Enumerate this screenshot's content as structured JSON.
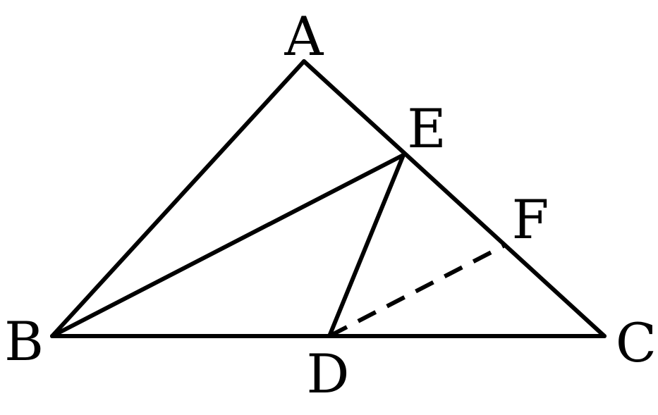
{
  "figure": {
    "points": [
      {
        "id": "A",
        "label": "A"
      },
      {
        "id": "B",
        "label": "B"
      },
      {
        "id": "C",
        "label": "C"
      },
      {
        "id": "D",
        "label": "D"
      },
      {
        "id": "E",
        "label": "E"
      },
      {
        "id": "F",
        "label": "F"
      }
    ],
    "segments": [
      {
        "from": "A",
        "to": "B",
        "style": "solid"
      },
      {
        "from": "A",
        "to": "C",
        "style": "solid"
      },
      {
        "from": "B",
        "to": "C",
        "style": "solid"
      },
      {
        "from": "B",
        "to": "E",
        "style": "solid"
      },
      {
        "from": "E",
        "to": "D",
        "style": "solid"
      },
      {
        "from": "D",
        "to": "F",
        "style": "dashed"
      }
    ],
    "line_color": "#000000",
    "background_color": "#ffffff"
  }
}
